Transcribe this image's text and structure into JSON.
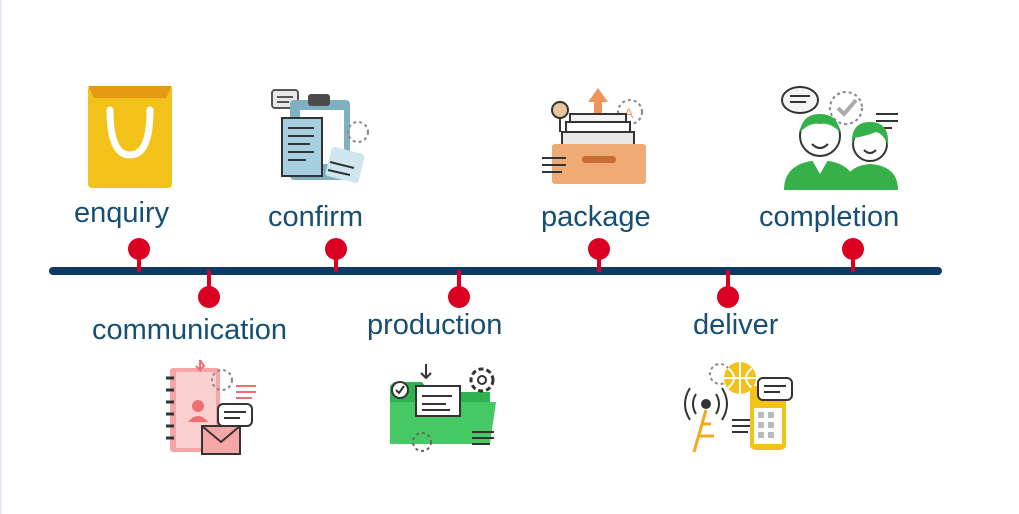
{
  "stages": {
    "enquiry": "enquiry",
    "communication": "communication",
    "confirm": "confirm",
    "production": "production",
    "package": "package",
    "deliver": "deliver",
    "completion": "completion"
  },
  "icons": {
    "enquiry": "shopping-bag-icon",
    "communication": "address-book-mail-icon",
    "confirm": "clipboard-document-icon",
    "production": "folder-gear-icon",
    "package": "archive-drawer-icon",
    "deliver": "antenna-globe-phone-icon",
    "completion": "customers-chat-icon"
  },
  "colors": {
    "timeline": "#0d3b66",
    "marker": "#d90022",
    "label": "#174e72"
  }
}
